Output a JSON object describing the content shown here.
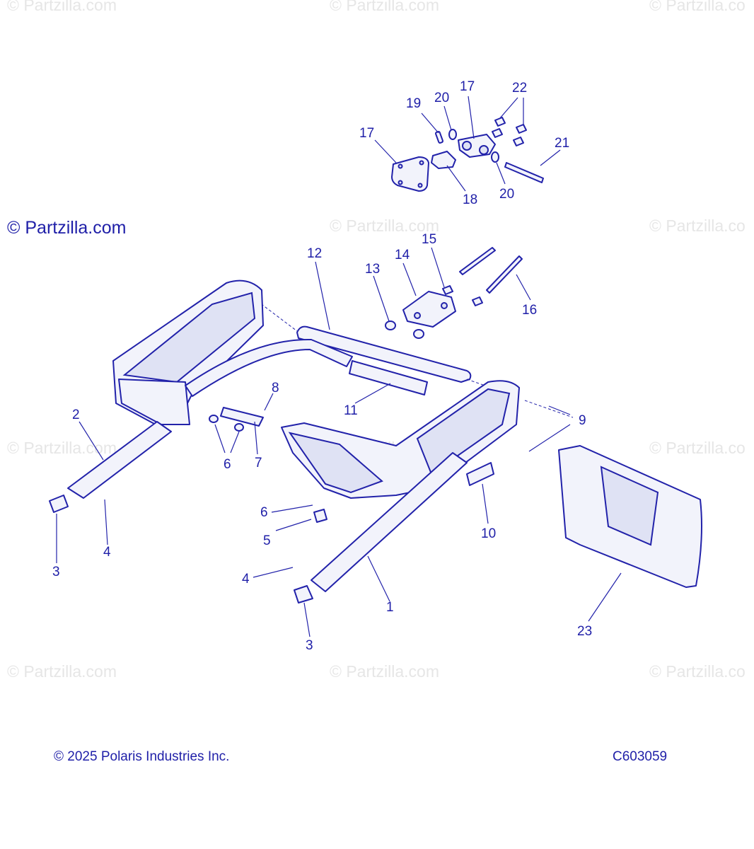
{
  "watermarks": [
    "© Partzilla.com",
    "© Partzilla.com",
    "© Partzilla.co",
    "© Partzilla.com",
    "© Partzilla.com",
    "© Partzilla.co",
    "© Partzilla.com",
    "© Partzilla.com",
    "© Partzilla.co",
    "© Partzilla.com",
    "© Partzilla.com",
    "© Partzilla.co"
  ],
  "footer": {
    "copyright": "© 2025 Polaris Industries Inc.",
    "diagram_code": "C603059"
  },
  "callouts": [
    {
      "id": "c1",
      "label": "1"
    },
    {
      "id": "c2",
      "label": "2"
    },
    {
      "id": "c3a",
      "label": "3"
    },
    {
      "id": "c3b",
      "label": "3"
    },
    {
      "id": "c4a",
      "label": "4"
    },
    {
      "id": "c4b",
      "label": "4"
    },
    {
      "id": "c5",
      "label": "5"
    },
    {
      "id": "c6a",
      "label": "6"
    },
    {
      "id": "c6b",
      "label": "6"
    },
    {
      "id": "c7",
      "label": "7"
    },
    {
      "id": "c8",
      "label": "8"
    },
    {
      "id": "c9",
      "label": "9"
    },
    {
      "id": "c10",
      "label": "10"
    },
    {
      "id": "c11",
      "label": "11"
    },
    {
      "id": "c12",
      "label": "12"
    },
    {
      "id": "c13",
      "label": "13"
    },
    {
      "id": "c14",
      "label": "14"
    },
    {
      "id": "c15",
      "label": "15"
    },
    {
      "id": "c16",
      "label": "16"
    },
    {
      "id": "c17a",
      "label": "17"
    },
    {
      "id": "c17b",
      "label": "17"
    },
    {
      "id": "c18",
      "label": "18"
    },
    {
      "id": "c19",
      "label": "19"
    },
    {
      "id": "c20a",
      "label": "20"
    },
    {
      "id": "c20b",
      "label": "20"
    },
    {
      "id": "c21",
      "label": "21"
    },
    {
      "id": "c22",
      "label": "22"
    },
    {
      "id": "c23",
      "label": "23"
    }
  ]
}
